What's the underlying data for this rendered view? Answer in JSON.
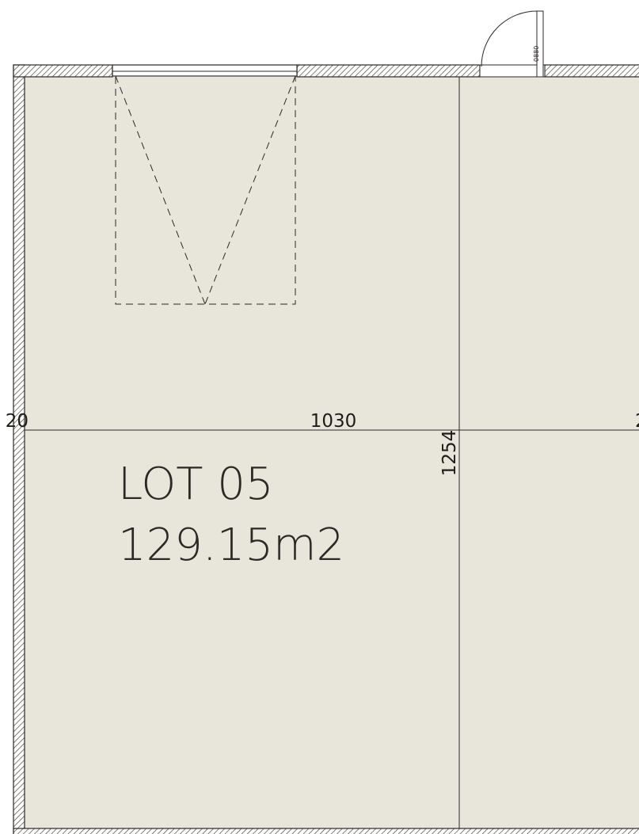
{
  "plan": {
    "lot_title": "LOT 05",
    "lot_area": "129.15m2",
    "dimensions": {
      "width_label": "1030",
      "height_label": "1254",
      "left_cut_label": "20",
      "right_cut_label": "2"
    },
    "door": {
      "width_label": "0880"
    }
  },
  "colors": {
    "floor_fill": "#e8e5db",
    "wall_fill": "#b8b5ad",
    "line": "#2b2924"
  }
}
